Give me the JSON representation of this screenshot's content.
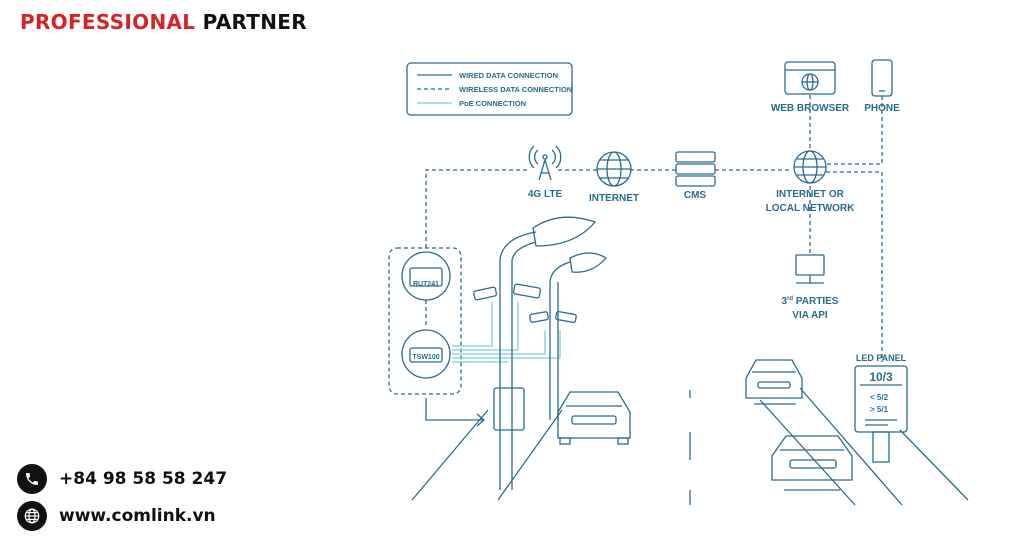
{
  "brand": {
    "part1": "PROFESSIONAL",
    "part2": "PARTNER"
  },
  "contact": {
    "phone": "+84 98 58 58 247",
    "website": "www.comlink.vn"
  },
  "legend": {
    "wired": "WIRED DATA CONNECTION",
    "wireless": "WIRELESS DATA CONNECTION",
    "poe": "PoE CONNECTION"
  },
  "nodes": {
    "lte": "4G LTE",
    "internet": "INTERNET",
    "cms": "CMS",
    "internet_or": "INTERNET OR",
    "local_network": "LOCAL NETWORK",
    "web_browser": "WEB BROWSER",
    "phone": "PHONE",
    "third_parties_num": "3",
    "third_parties_sup": "rd",
    "third_parties_rest": " PARTIES",
    "via_api": "VIA API",
    "router": "RUT241",
    "switch": "TSW100"
  },
  "led_panel": {
    "title": "LED PANEL",
    "main": "10/3",
    "line1": "< 5/2",
    "line2": "> 5/1"
  },
  "colors": {
    "line": "#2b6a92",
    "poe": "#7dd0dc",
    "brand_red": "#d7222a",
    "dark": "#111111"
  }
}
